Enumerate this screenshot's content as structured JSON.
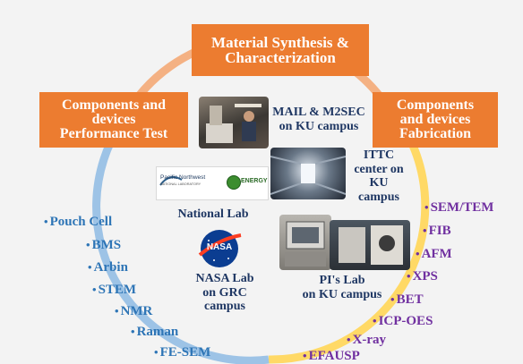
{
  "boxes": {
    "top": "Material Synthesis &\nCharacterization",
    "left": "Components and\ndevices\nPerformance Test",
    "right": "Components\nand devices\nFabrication"
  },
  "sites": {
    "mail": "MAIL & M2SEC\non KU campus",
    "ittc": "ITTC\ncenter on\nKU\ncampus",
    "national": "National Lab",
    "nasa": "NASA Lab\non GRC\ncampus",
    "pi": "PI's Lab\non KU campus"
  },
  "logos": {
    "pnnl_line1": "Pacific Northwest",
    "pnnl_line2": "NATIONAL LABORATORY",
    "doe": "ENERGY",
    "nasa": "NASA"
  },
  "left_list": [
    "Pouch Cell",
    "BMS",
    "Arbin",
    "STEM",
    "NMR",
    "Raman",
    "FE-SEM"
  ],
  "right_list": [
    "SEM/TEM",
    "FIB",
    "AFM",
    "XPS",
    "BET",
    "ICP-OES",
    "X-ray",
    "EFAUSP"
  ],
  "colors": {
    "orange_box": "#ec7c30",
    "ring_orange": "#f4b183",
    "ring_yellow": "#ffd966",
    "ring_blue": "#9dc3e6",
    "left_list_text": "#2e75b6",
    "right_list_text": "#7030a0",
    "site_text": "#1f3763"
  }
}
